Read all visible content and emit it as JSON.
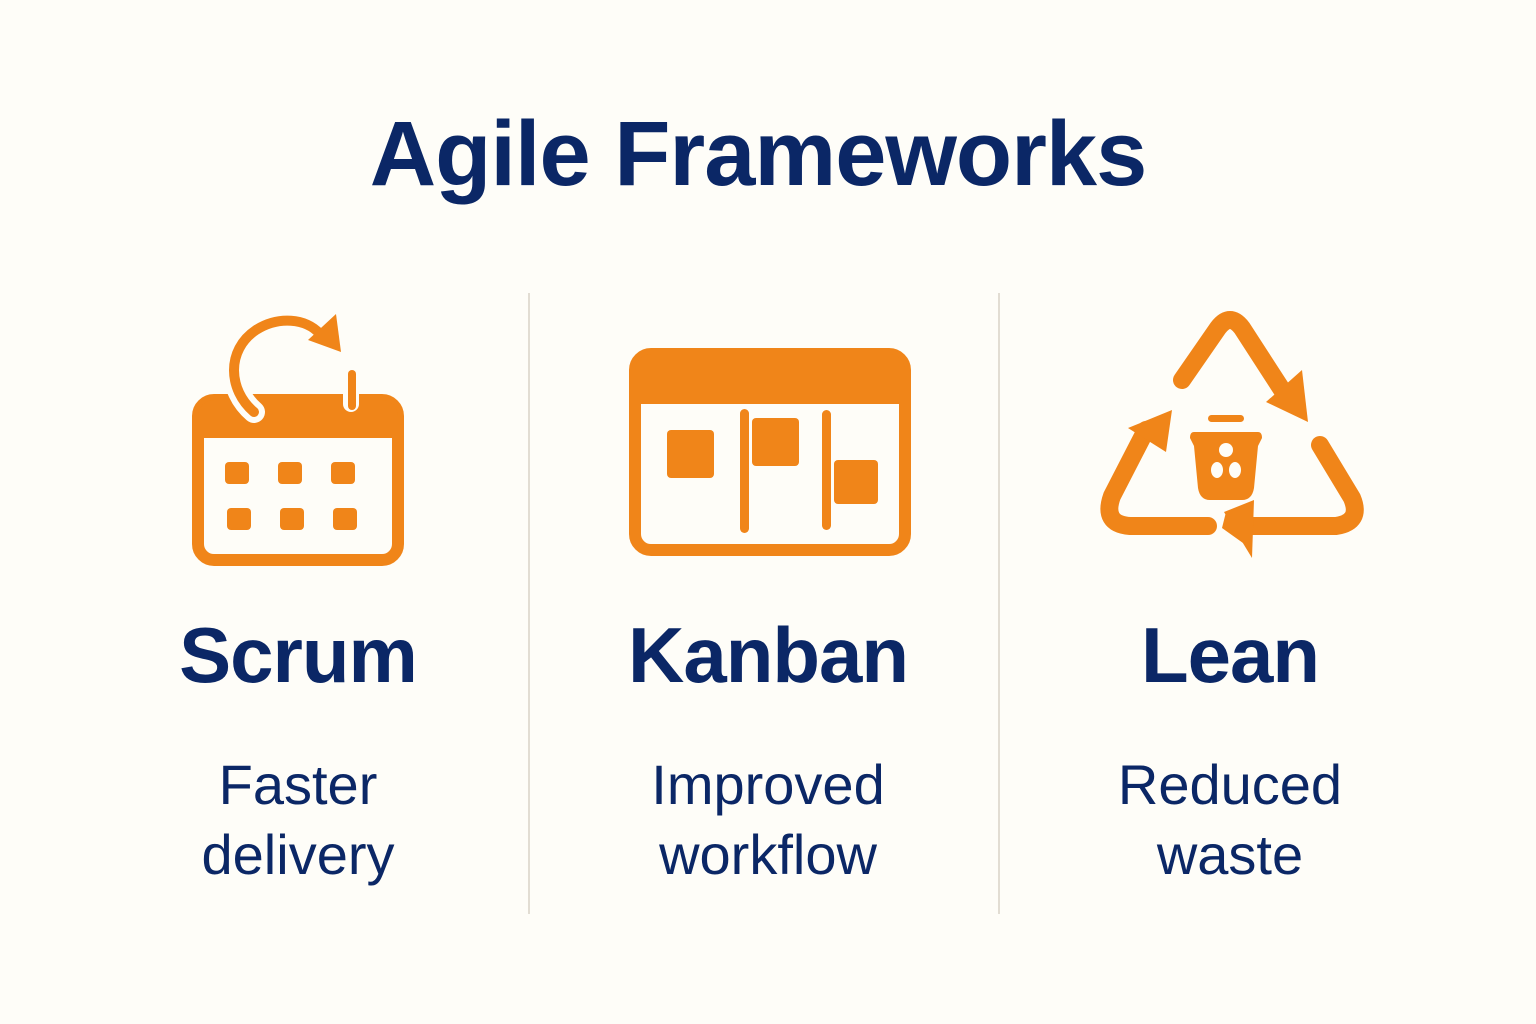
{
  "title": "Agile Frameworks",
  "colors": {
    "background": "#fefdf8",
    "text": "#0b2766",
    "accent": "#f08519",
    "divider": "#e2ddd3"
  },
  "frameworks": [
    {
      "name": "Scrum",
      "icon": "calendar-cycle-icon",
      "benefit_lines": [
        "Faster",
        "delivery"
      ]
    },
    {
      "name": "Kanban",
      "icon": "kanban-board-icon",
      "benefit_lines": [
        "Improved",
        "workflow"
      ]
    },
    {
      "name": "Lean",
      "icon": "recycle-waste-icon",
      "benefit_lines": [
        "Reduced",
        "waste"
      ]
    }
  ]
}
